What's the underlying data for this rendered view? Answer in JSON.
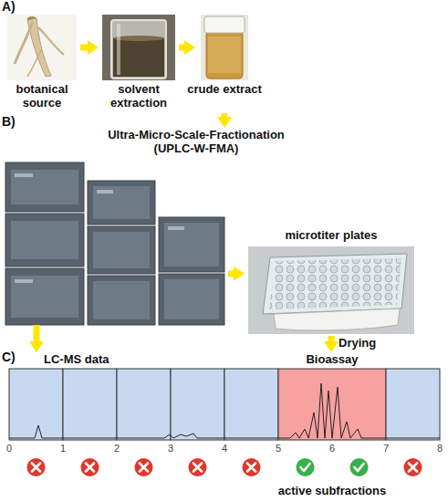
{
  "diagram": {
    "nodes": [
      {
        "text": [
          "botanical source"
        ]
      },
      {
        "text": [
          "solvent extraction"
        ]
      },
      {
        "text": [
          "crude extract"
        ]
      },
      {
        "text": [
          "Ultra-Micro-Scale-Fractionation (UPLC-W-FMA)"
        ]
      },
      {
        "text": [
          "microtiter plates"
        ]
      },
      {
        "text": [
          "LC-MS data"
        ]
      },
      {
        "text": [
          "Bioassay"
        ],
        "in": 5
      }
    ],
    "edges": [
      {
        "from": 0,
        "to": 1,
        "arrow": "to"
      },
      {
        "from": 1,
        "to": 2,
        "arrow": "to"
      },
      {
        "from": 2,
        "to": 3,
        "arrow": "to"
      },
      {
        "from": 3,
        "to": 4,
        "arrow": "to"
      },
      {
        "from": 3,
        "to": 5,
        "arrow": "to"
      },
      {
        "from": 4,
        "to": 6,
        "arrow": "to",
        "label": "Drying"
      }
    ],
    "labels": [
      "A)",
      "B)",
      "C)",
      "0",
      "1",
      "2",
      "3",
      "4",
      "5",
      "6",
      "7",
      "8",
      "active subfractions"
    ]
  }
}
